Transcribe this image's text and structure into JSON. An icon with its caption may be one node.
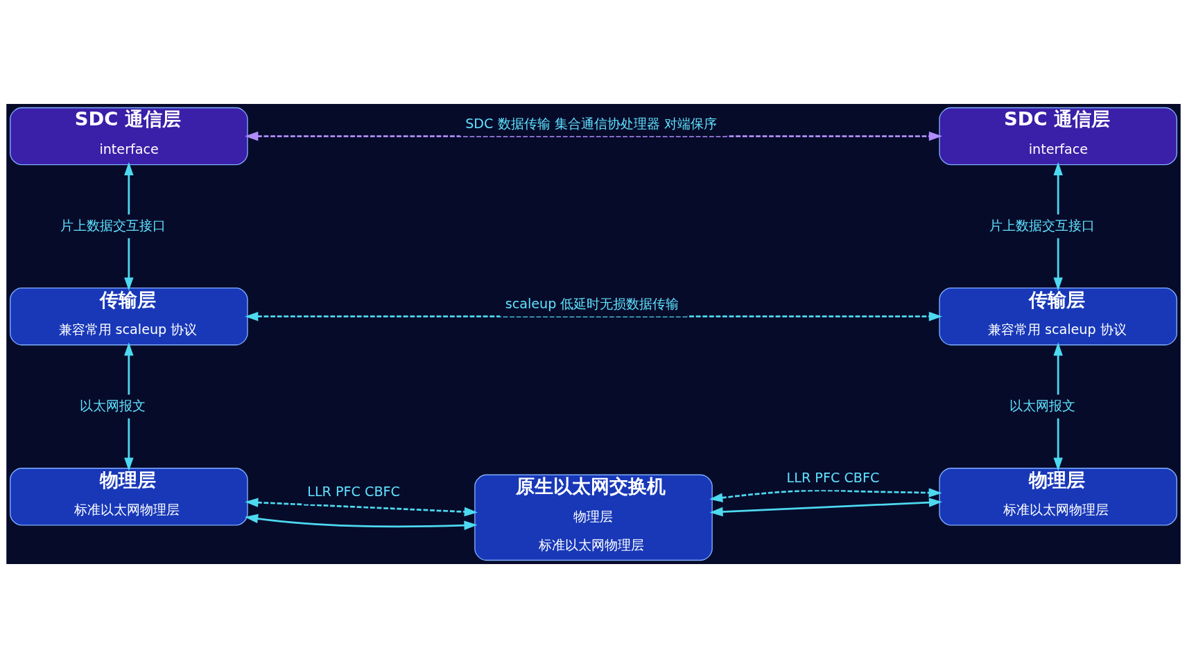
{
  "diagram": {
    "nodes": [
      {
        "text": [
          "SDC 通信层",
          "interface"
        ]
      },
      {
        "text": [
          "SDC 通信层",
          "interface"
        ]
      },
      {
        "text": [
          "传输层",
          "兼容常用 scaleup 协议"
        ]
      },
      {
        "text": [
          "传输层",
          "兼容常用 scaleup 协议"
        ]
      },
      {
        "text": [
          "物理层",
          "标准以太网物理层"
        ]
      },
      {
        "text": [
          "原生以太网交换机",
          "物理层",
          "标准以太网物理层"
        ]
      },
      {
        "text": [
          "物理层",
          "标准以太网物理层"
        ]
      }
    ],
    "edges": [
      {
        "from": 0,
        "to": 1,
        "arrow": "both",
        "style": "dashed",
        "color": "#b08cff",
        "label": "SDC 数据传输 集合通信协处理器 对端保序"
      },
      {
        "from": 0,
        "to": 2,
        "arrow": "both",
        "label": "片上数据交互接口"
      },
      {
        "from": 1,
        "to": 3,
        "arrow": "both",
        "label": "片上数据交互接口"
      },
      {
        "from": 2,
        "to": 3,
        "arrow": "both",
        "style": "dashed",
        "label": "scaleup 低延时无损数据传输"
      },
      {
        "from": 2,
        "to": 4,
        "arrow": "both",
        "label": "以太网报文"
      },
      {
        "from": 3,
        "to": 6,
        "arrow": "both",
        "label": "以太网报文"
      },
      {
        "from": 4,
        "to": 5,
        "arrow": "both",
        "style": "dashed",
        "label": "LLR PFC CBFC"
      },
      {
        "from": 4,
        "to": 5,
        "arrow": "both"
      },
      {
        "from": 5,
        "to": 6,
        "arrow": "both",
        "style": "dashed",
        "label": "LLR PFC CBFC"
      },
      {
        "from": 5,
        "to": 6,
        "arrow": "both"
      }
    ]
  }
}
